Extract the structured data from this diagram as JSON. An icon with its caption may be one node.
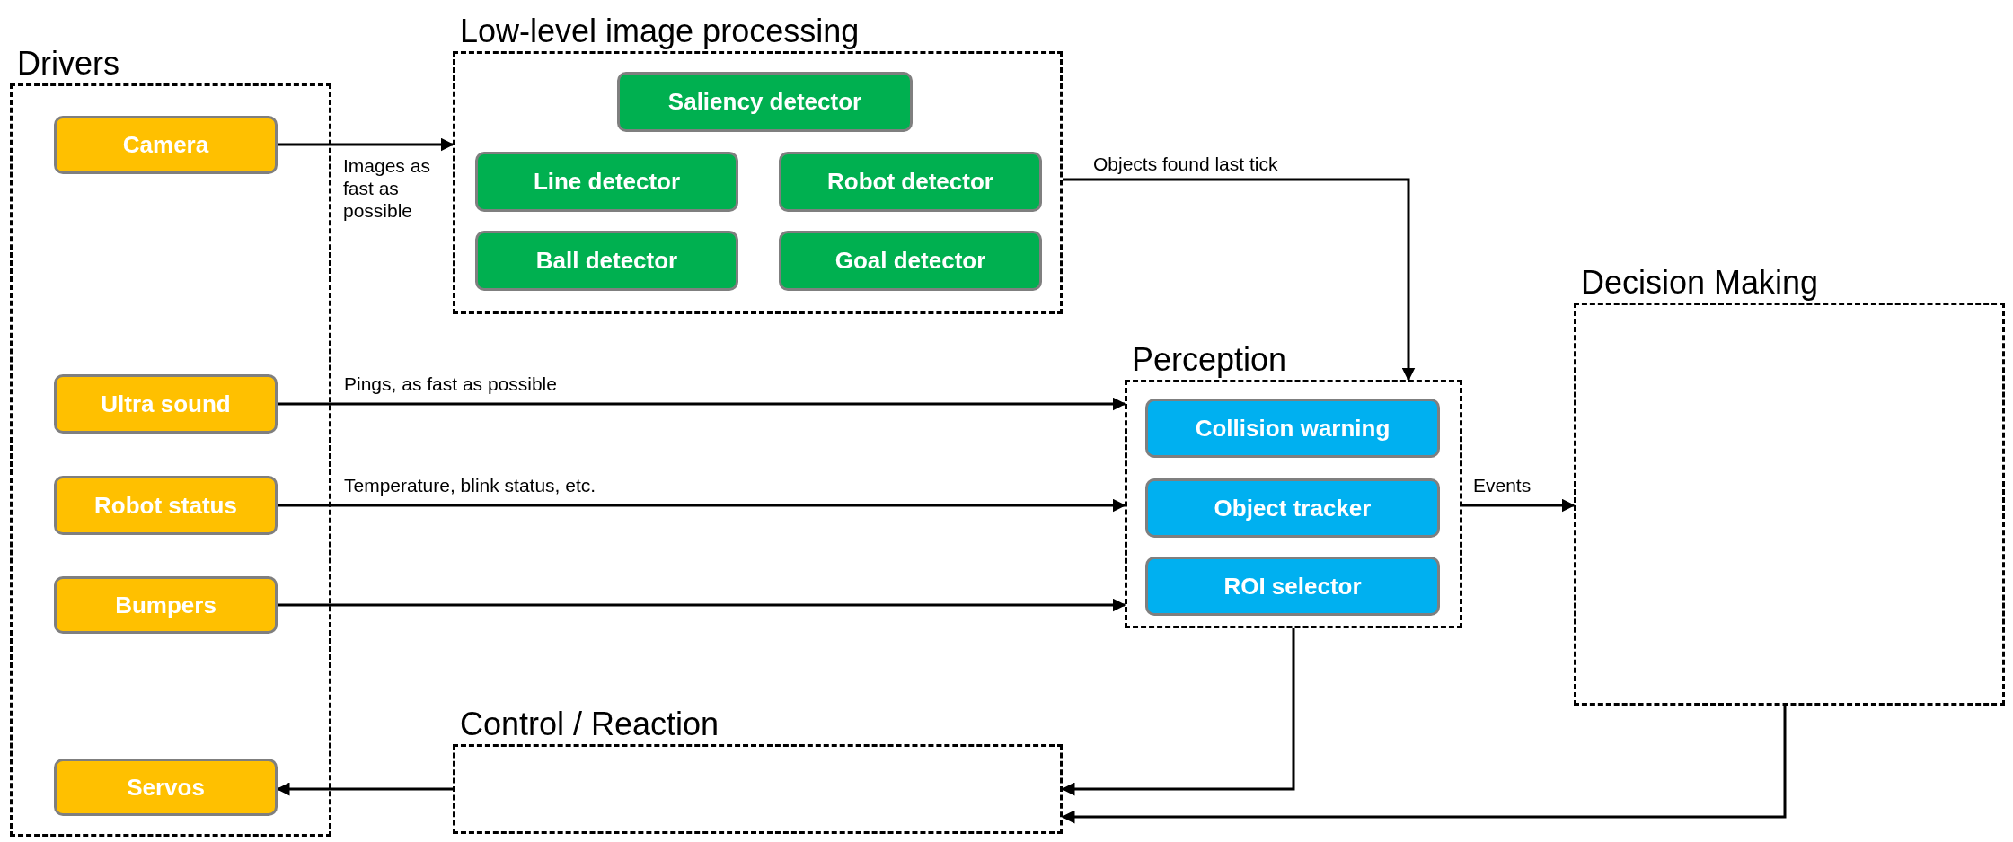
{
  "diagram": {
    "nodes": [
      {
        "text": [
          "Drivers"
        ]
      },
      {
        "text": [
          "Camera"
        ],
        "in": 0
      },
      {
        "text": [
          "Ultra sound"
        ],
        "in": 0
      },
      {
        "text": [
          "Robot status"
        ],
        "in": 0
      },
      {
        "text": [
          "Bumpers"
        ],
        "in": 0
      },
      {
        "text": [
          "Servos"
        ],
        "in": 0
      },
      {
        "text": [
          "Low-level image processing"
        ]
      },
      {
        "text": [
          "Saliency detector"
        ],
        "in": 6
      },
      {
        "text": [
          "Line detector"
        ],
        "in": 6
      },
      {
        "text": [
          "Robot detector"
        ],
        "in": 6
      },
      {
        "text": [
          "Ball detector"
        ],
        "in": 6
      },
      {
        "text": [
          "Goal detector"
        ],
        "in": 6
      },
      {
        "text": [
          "Perception"
        ]
      },
      {
        "text": [
          "Collision warning"
        ],
        "in": 12
      },
      {
        "text": [
          "Object tracker"
        ],
        "in": 12
      },
      {
        "text": [
          "ROI selector"
        ],
        "in": 12
      },
      {
        "text": [
          "Decision Making"
        ]
      },
      {
        "text": [
          "Control / Reaction"
        ]
      }
    ],
    "edges": [
      {
        "from": 1,
        "to": 6,
        "arrow": "to",
        "label": "Images as fast as possible"
      },
      {
        "from": 6,
        "to": 12,
        "arrow": "to",
        "label": "Objects found last tick"
      },
      {
        "from": 2,
        "to": 12,
        "arrow": "to",
        "label": "Pings, as fast as possible"
      },
      {
        "from": 3,
        "to": 12,
        "arrow": "to",
        "label": "Temperature, blink status, etc."
      },
      {
        "from": 4,
        "to": 12,
        "arrow": "to"
      },
      {
        "from": 12,
        "to": 16,
        "arrow": "to",
        "label": "Events"
      },
      {
        "from": 12,
        "to": 17,
        "arrow": "to"
      },
      {
        "from": 16,
        "to": 17,
        "arrow": "to"
      },
      {
        "from": 17,
        "to": 5,
        "arrow": "to"
      }
    ]
  }
}
